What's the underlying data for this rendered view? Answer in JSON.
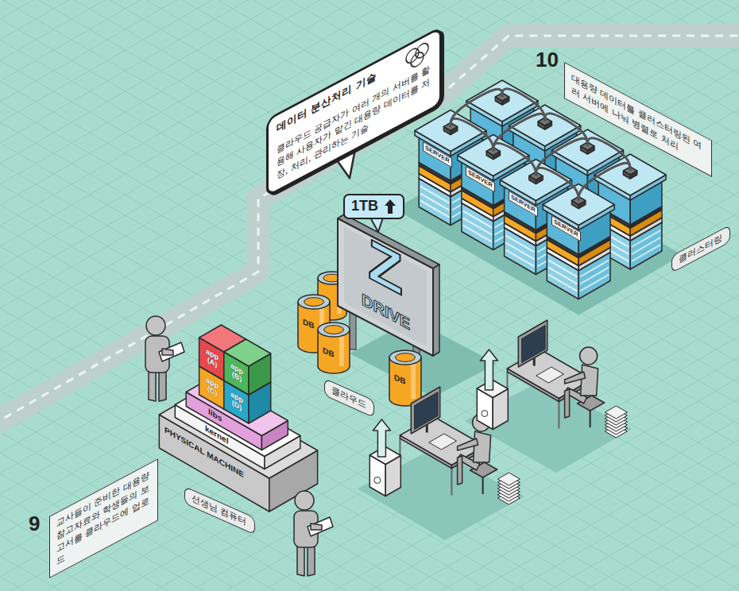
{
  "diagram": {
    "nodes": [
      {
        "text": [
          "데이터 분산처리 기술",
          "클라우드 공급자가 여러 개의 서버를 활용해 사용자가 맡긴 대용량 데이터를 저장, 처리, 관리하는 기술"
        ]
      },
      {
        "text": [
          "대용량 데이터를 클러스터링된 여러 서버에 나눠 병렬로 처리"
        ]
      },
      {
        "text": [
          "1TB"
        ]
      },
      {
        "text": [
          "클러스터링"
        ]
      },
      {
        "text": [
          "클라우드"
        ]
      },
      {
        "text": [
          "app (A)"
        ]
      },
      {
        "text": [
          "app (B)"
        ]
      },
      {
        "text": [
          "app (C)"
        ]
      },
      {
        "text": [
          "app (D)"
        ]
      },
      {
        "text": [
          "libs"
        ]
      },
      {
        "text": [
          "kernel"
        ]
      },
      {
        "text": [
          "PHYSICAL MACHINE"
        ]
      },
      {
        "text": [
          "선생님 컴퓨터"
        ]
      },
      {
        "text": [
          "교사들이 준비한 대용량 참고자료와 학생들의 보고서를 클라우드에 업로드"
        ]
      }
    ],
    "labels": [
      "10",
      "SERVER",
      "SERVER",
      "SERVER",
      "SERVER",
      "Z",
      "DRIVE",
      "DB",
      "DB",
      "DB",
      "9"
    ]
  }
}
